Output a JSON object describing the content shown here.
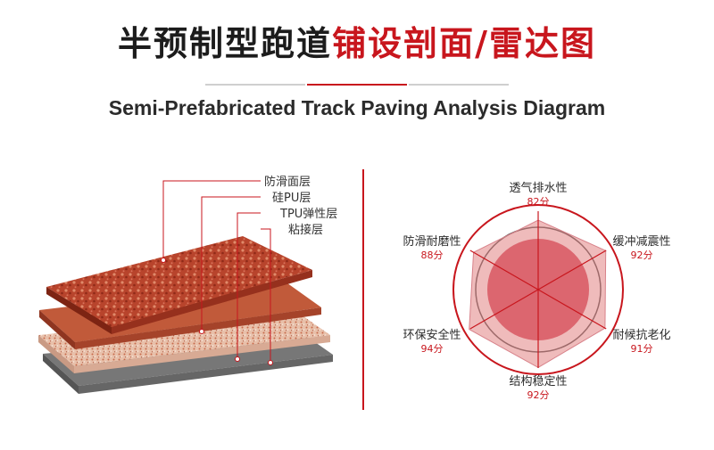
{
  "header": {
    "title_dark": "半预制型跑道",
    "title_red": "铺设剖面/雷达图",
    "subtitle": "Semi-Prefabricated Track Paving Analysis Diagram"
  },
  "layers": [
    {
      "name": "防滑面层"
    },
    {
      "name": "硅PU层"
    },
    {
      "name": "TPU弹性层"
    },
    {
      "name": "粘接层"
    }
  ],
  "radar": {
    "max": 100,
    "axes": [
      {
        "name": "透气排水性",
        "score_label": "82分",
        "value": 82
      },
      {
        "name": "缓冲减震性",
        "score_label": "92分",
        "value": 92
      },
      {
        "name": "耐候抗老化",
        "score_label": "91分",
        "value": 91
      },
      {
        "name": "结构稳定性",
        "score_label": "92分",
        "value": 92
      },
      {
        "name": "环保安全性",
        "score_label": "94分",
        "value": 94
      },
      {
        "name": "防滑耐磨性",
        "score_label": "88分",
        "value": 88
      }
    ]
  },
  "colors": {
    "accent": "#c8161d",
    "layer_top": "#b8442c",
    "layer_pu": "#c15a3a",
    "layer_tpu": "#e4b7a0",
    "layer_base": "#777777"
  }
}
